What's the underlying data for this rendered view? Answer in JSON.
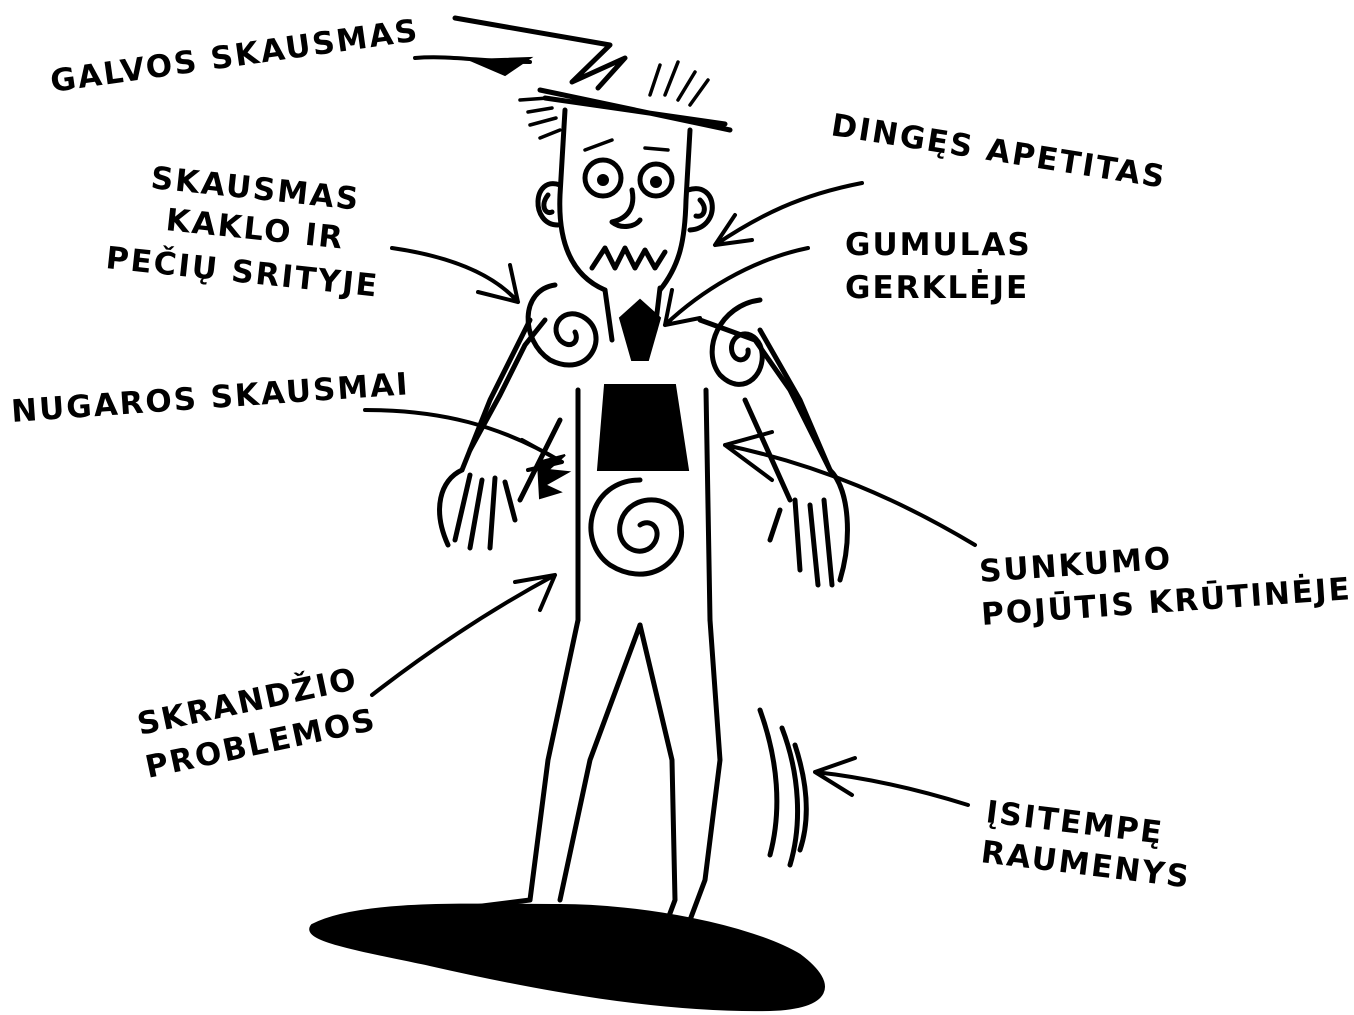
{
  "labels": {
    "headache": "GALVOS SKAUSMAS",
    "appetite": "DINGĘS APETITAS",
    "neck_pain": [
      "SKAUSMAS",
      "KAKLO IR",
      "PEČIŲ SRITYJE"
    ],
    "throat_lump": [
      "GUMULAS",
      "GERKLĖJE"
    ],
    "back_pain": "NUGAROS SKAUSMAI",
    "chest_heaviness": [
      "SUNKUMO",
      "POJŪTIS KRŪTINĖJE"
    ],
    "stomach": [
      "SKRANDŽIO",
      "PROBLEMOS"
    ],
    "tense_muscles": [
      "ĮSITEMPĘ",
      "RAUMENYS"
    ]
  },
  "colors": {
    "ink": "#000000",
    "paper": "#ffffff"
  }
}
